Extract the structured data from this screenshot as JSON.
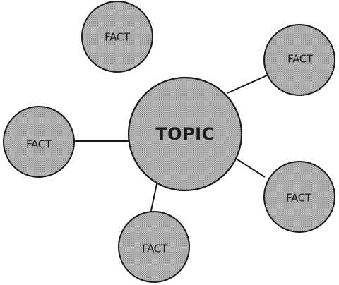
{
  "center": {
    "label": "TOPIC"
  },
  "facts": [
    {
      "label": "FACT"
    },
    {
      "label": "FACT"
    },
    {
      "label": "FACT"
    },
    {
      "label": "FACT"
    },
    {
      "label": "FACT"
    }
  ],
  "colors": {
    "stroke": "#1a1a1a",
    "fill_base": "#c4c4c4",
    "fill_dots": "#7a7a7a"
  }
}
